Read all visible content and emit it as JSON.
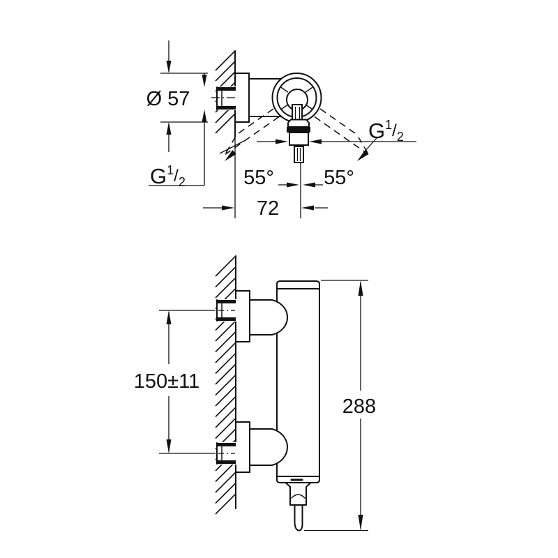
{
  "colors": {
    "ink": "#111111",
    "background": "#ffffff"
  },
  "top_view": {
    "dims": {
      "escutcheon_diameter": "Ø 57",
      "swing_left": "55°",
      "swing_right": "55°",
      "wall_to_outlet_center": "72"
    },
    "threads": {
      "inlet": {
        "prefix": "G",
        "numerator": "1",
        "slash": "/",
        "denominator": "2"
      },
      "outlet": {
        "prefix": "G",
        "numerator": "1",
        "slash": "/",
        "denominator": "2"
      }
    }
  },
  "front_view": {
    "dims": {
      "connection_distance": "150±11",
      "overall_height": "288"
    }
  }
}
